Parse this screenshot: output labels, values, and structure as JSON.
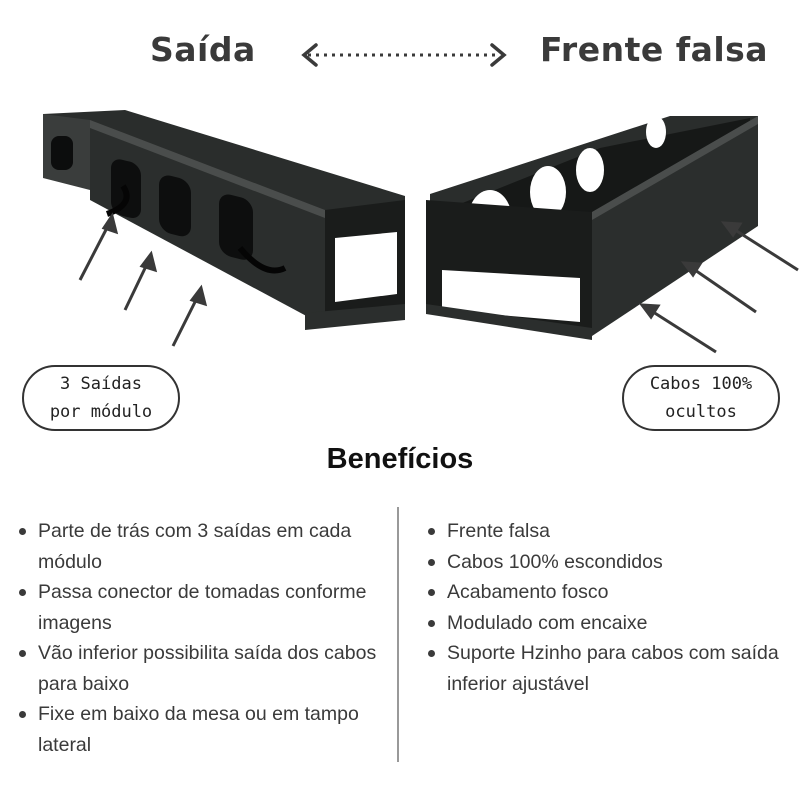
{
  "header": {
    "left_title": "Saída",
    "right_title": "Frente falsa"
  },
  "labels": {
    "left_pill": [
      "3 Saídas",
      "por módulo"
    ],
    "right_pill": [
      "Cabos 100%",
      "ocultos"
    ]
  },
  "benefits": {
    "title": "Benefícios",
    "left": [
      "Parte de trás com 3 saídas em cada módulo",
      "Passa conector de tomadas conforme imagens",
      "Vão  inferior possibilita saída dos cabos para baixo",
      "Fixe em baixo da mesa ou em tampo lateral"
    ],
    "right": [
      "Frente falsa",
      "Cabos 100% escondidos",
      "Acabamento fosco",
      "Modulado com encaixe",
      "Suporte Hzinho para cabos com saída inferior ajustável"
    ]
  },
  "colors": {
    "text": "#3a3a3a",
    "product": "#1c1f1e"
  }
}
